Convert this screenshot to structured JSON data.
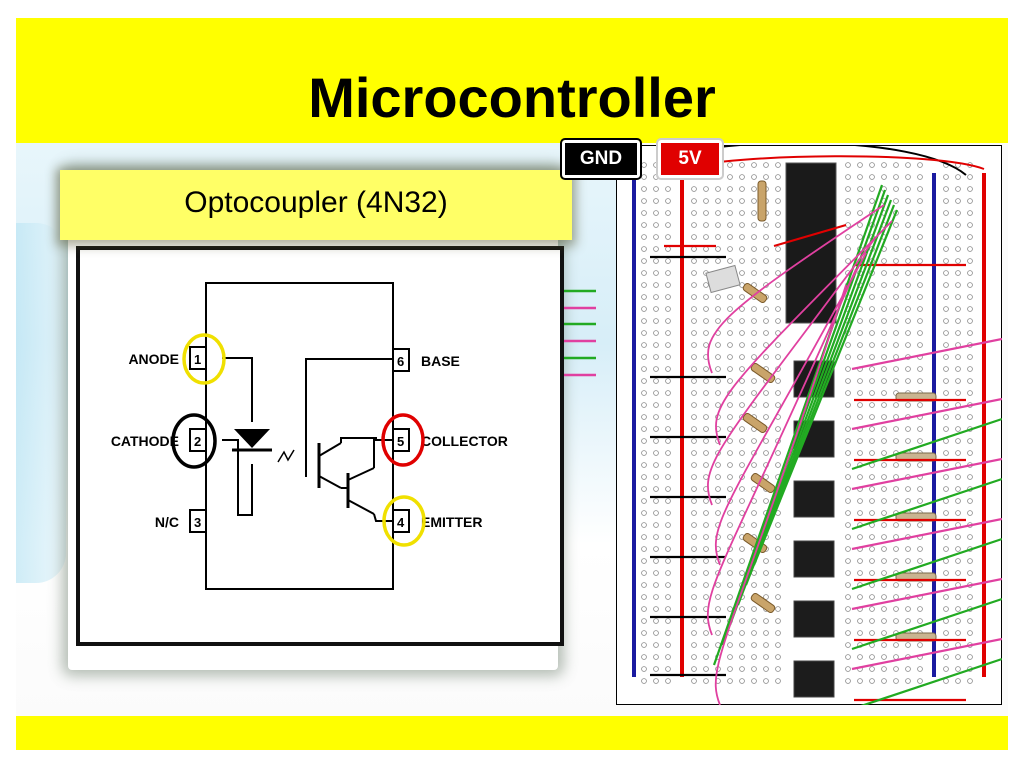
{
  "slide": {
    "title": "Microcontroller",
    "caption": "Optocoupler (4N32)",
    "colors": {
      "band": "#ffff00",
      "caption_bg": "#ffff66",
      "gnd_tag": "#000000",
      "vcc_tag": "#e00000"
    }
  },
  "schematic": {
    "pins": [
      {
        "num": "1",
        "label": "ANODE"
      },
      {
        "num": "2",
        "label": "CATHODE"
      },
      {
        "num": "3",
        "label": "N/C"
      },
      {
        "num": "6",
        "label": "BASE"
      },
      {
        "num": "5",
        "label": "COLLECTOR"
      },
      {
        "num": "4",
        "label": "EMITTER"
      }
    ],
    "highlight_colors": {
      "anode": "#f0e000",
      "cathode": "#000000",
      "collector": "#e00000",
      "emitter": "#f0e000"
    }
  },
  "breadboard": {
    "gnd_label": "GND",
    "vcc_label": "5V"
  }
}
